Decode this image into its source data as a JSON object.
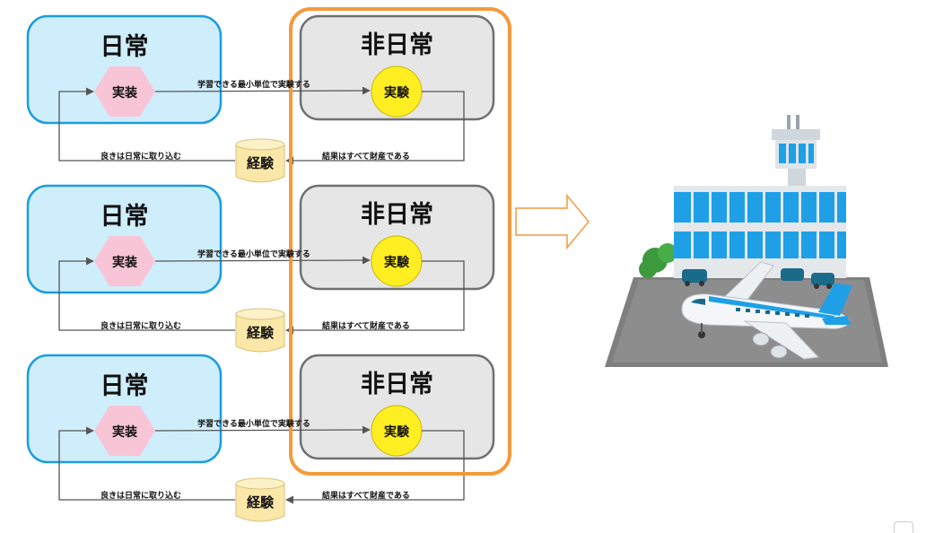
{
  "rows": [
    {
      "left_title": "日常",
      "right_title": "非日常",
      "impl_label": "実装",
      "exp_label": "実験",
      "db_label": "経験",
      "edge_top": "学習できる最小単位で実験する",
      "edge_right": "結果はすべて財産である",
      "edge_left": "良きは日常に取り込む"
    },
    {
      "left_title": "日常",
      "right_title": "非日常",
      "impl_label": "実装",
      "exp_label": "実験",
      "db_label": "経験",
      "edge_top": "学習できる最小単位で実験する",
      "edge_right": "結果はすべて財産である",
      "edge_left": "良きは日常に取り込む"
    },
    {
      "left_title": "日常",
      "right_title": "非日常",
      "impl_label": "実装",
      "exp_label": "実験",
      "db_label": "経験",
      "edge_top": "学習できる最小単位で実験する",
      "edge_right": "結果はすべて財産である",
      "edge_left": "良きは日常に取り込む"
    }
  ],
  "colors": {
    "left_fill": "#cfeefc",
    "left_stroke": "#1a9de0",
    "right_fill": "#e6e6e6",
    "right_stroke": "#707070",
    "hexagon": "#f8c5d6",
    "circle": "#ffee22",
    "database": "#fbe8a8",
    "highlight": "#f5993b",
    "arrow": "#555555"
  }
}
